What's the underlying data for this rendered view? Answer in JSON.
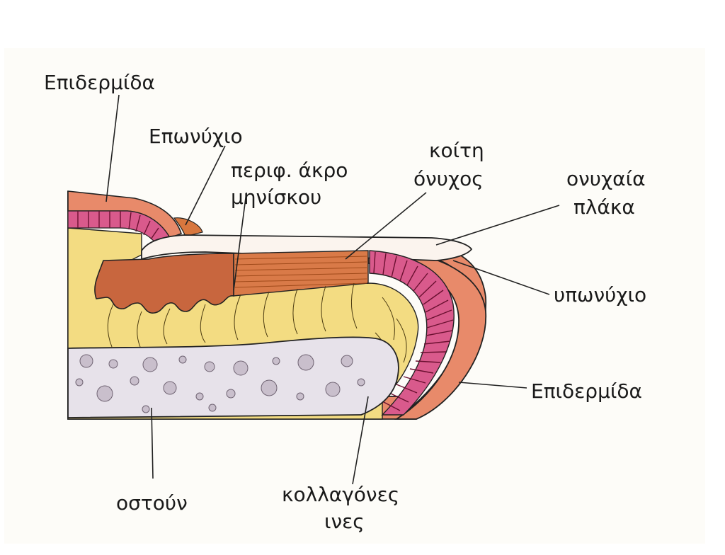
{
  "labels": {
    "epidermis_top": "Επιδερμίδα",
    "eponychium": "Επωνύχιο",
    "lunula_edge_1": "περιφ. άκρο",
    "lunula_edge_2": "μηνίσκου",
    "nail_bed_1": "κοίτη",
    "nail_bed_2": "όνυχος",
    "nail_plate_1": "ονυχαία",
    "nail_plate_2": "πλάκα",
    "hyponychium": "υπωνύχιο",
    "epidermis_right": "Επιδερμίδα",
    "bone": "οστούν",
    "collagen_1": "κολλαγόνες",
    "collagen_2": "ινες"
  },
  "colors": {
    "background": "#ffffff",
    "panel": "#fdfcf8",
    "skin_outer": "#e88a6a",
    "dermis_pink": "#d95a8c",
    "stripe": "#6a1030",
    "fat_yellow": "#f3dc82",
    "matrix": "#c8663e",
    "nail_bed": "#d97a48",
    "nail_plate": "#fbf4ee",
    "bone": "#e7e2ea",
    "eponychium": "#d8773e"
  }
}
